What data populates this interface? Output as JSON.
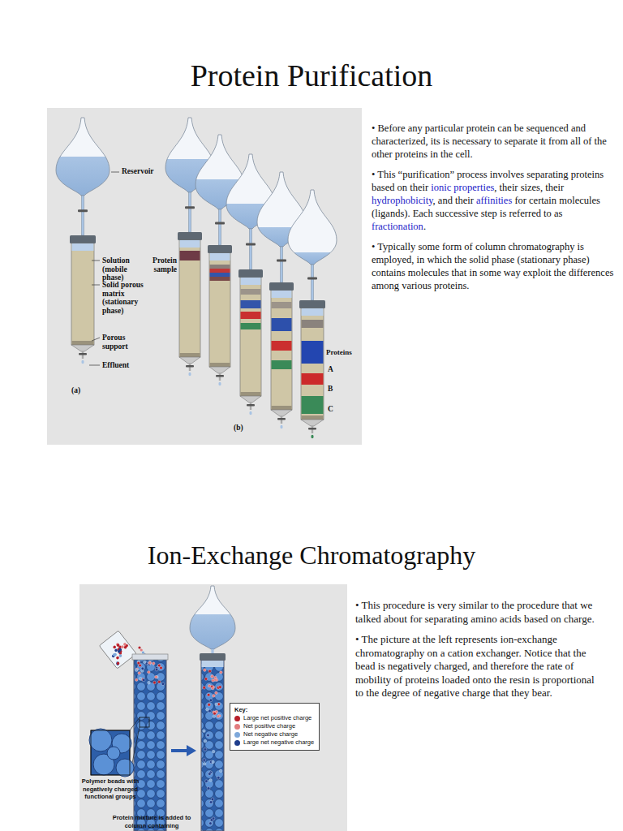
{
  "diagram": {
    "title": "Protein Purification",
    "labels": [
      "Reservoir",
      "Solution (mobile phase)",
      "Solid porous matrix (stationary phase)",
      "Porous support",
      "Effluent",
      "(a)",
      "Protein sample",
      "Proteins",
      "A",
      "B",
      "C",
      "(b)",
      "• Before any particular protein can be sequenced and characterized, its is necessary to separate it from all of the other proteins in the cell.",
      "• This “purification” process involves separating proteins based on their",
      "ionic properties",
      ", their sizes, their",
      "hydrophobicity",
      ", and their",
      "affinities",
      "for certain molecules (ligands).  Each successive step is referred to as",
      "fractionation",
      ".",
      "• Typically some form of column chromatography is employed, in which the solid phase (stationary phase) contains molecules that in some way exploit the differences among various proteins.",
      "Ion-Exchange Chromatography",
      "Key:",
      "Polymer beads with negatively charged functional groups",
      "Protein mixture is added to column containing",
      "• This procedure is very similar to the procedure that we talked about for separating amino acids based on charge.",
      "• The picture at the left represents ion-exchange chromatography on a cation exchanger.  Notice that the bead is negatively charged, and therefore the rate of mobility of proteins loaded onto the resin is proportional to the degree of negative charge that they bear."
    ],
    "legend": [
      {
        "text": "Large net positive charge",
        "color": "#b81f2a"
      },
      {
        "text": "Net positive charge",
        "color": "#e27b7e"
      },
      {
        "text": "Net negative charge",
        "color": "#7ea8da"
      },
      {
        "text": "Large net negative charge",
        "color": "#1f3d8c"
      }
    ]
  }
}
